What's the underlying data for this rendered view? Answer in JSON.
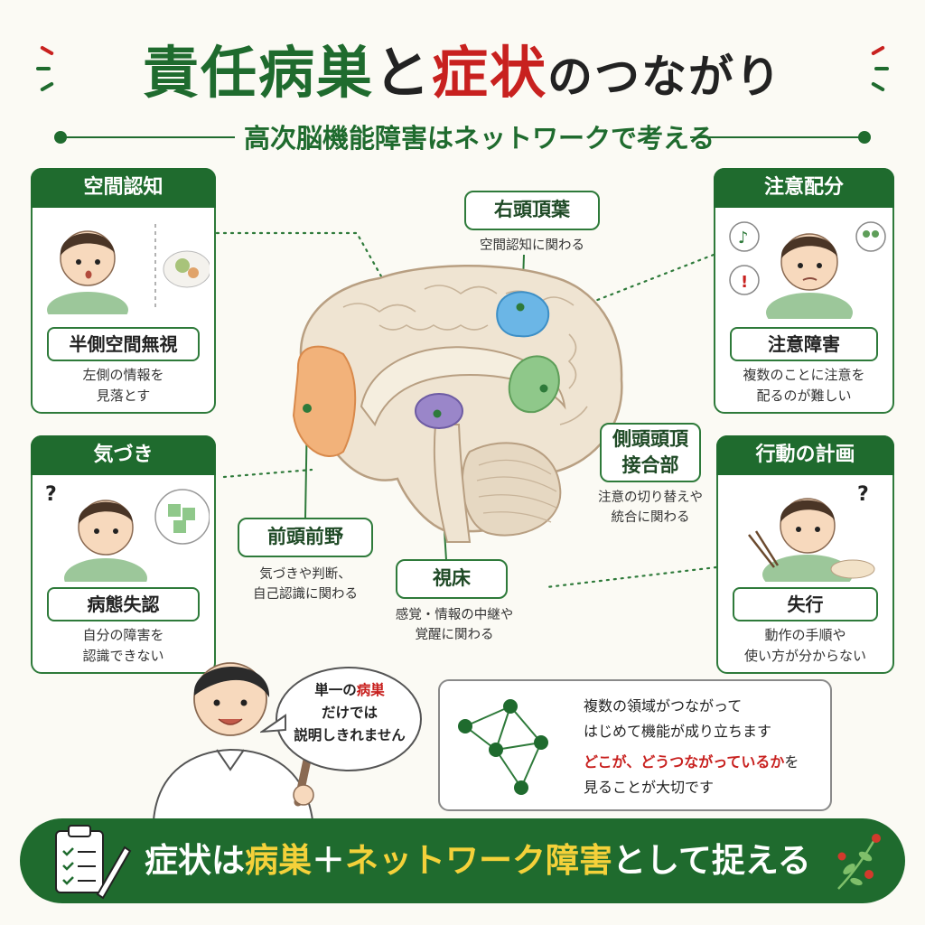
{
  "title": {
    "part1": "責任病巣",
    "part2": "と",
    "part3": "症状",
    "part4": "のつながり"
  },
  "subtitle": "高次脳機能障害はネットワークで考える",
  "cards": {
    "spatial": {
      "header": "空間認知",
      "label": "半側空間無視",
      "desc_line1": "左側の情報を",
      "desc_line2": "見落とす"
    },
    "attention": {
      "header": "注意配分",
      "label": "注意障害",
      "desc_line1": "複数のことに注意を",
      "desc_line2": "配るのが難しい"
    },
    "awareness": {
      "header": "気づき",
      "label": "病態失認",
      "desc_line1": "自分の障害を",
      "desc_line2": "認識できない"
    },
    "planning": {
      "header": "行動の計画",
      "label": "失行",
      "desc_line1": "動作の手順や",
      "desc_line2": "使い方が分からない"
    }
  },
  "regions": {
    "right_parietal": {
      "label": "右頭頂葉",
      "desc": "空間認知に関わる"
    },
    "tpj": {
      "label_line1": "側頭頭頂",
      "label_line2": "接合部",
      "desc_line1": "注意の切り替えや",
      "desc_line2": "統合に関わる"
    },
    "prefrontal": {
      "label": "前頭前野",
      "desc_line1": "気づきや判断、",
      "desc_line2": "自己認識に関わる"
    },
    "thalamus": {
      "label": "視床",
      "desc_line1": "感覚・情報の中継や",
      "desc_line2": "覚醒に関わる"
    }
  },
  "bubble": {
    "line1_a": "単一の",
    "line1_b": "病巣",
    "line2": "だけでは",
    "line3": "説明しきれません"
  },
  "network": {
    "line1": "複数の領域がつながって",
    "line2": "はじめて機能が成り立ちます",
    "line3_red": "どこが、どうつながっているか",
    "line3_tail": "を",
    "line4": "見ることが大切です"
  },
  "banner": {
    "part1": "症状は",
    "part2": "病巣",
    "part3": "＋",
    "part4": "ネットワーク障害",
    "part5": "として捉える"
  },
  "icons": {
    "music": "music-note-icon",
    "exclaim": "exclamation-icon",
    "people": "people-icon",
    "question": "question-mark-icon",
    "clipboard": "clipboard-icon",
    "pencil": "pencil-icon",
    "berry": "berry-branch-icon"
  },
  "colors": {
    "green": "#1f6b2e",
    "red": "#c8211f",
    "yellow": "#f4d13a",
    "frontal": "#f2b27a",
    "parietal": "#6bb6e6",
    "tpj": "#8fc88a",
    "thalamus": "#9a86c9"
  }
}
